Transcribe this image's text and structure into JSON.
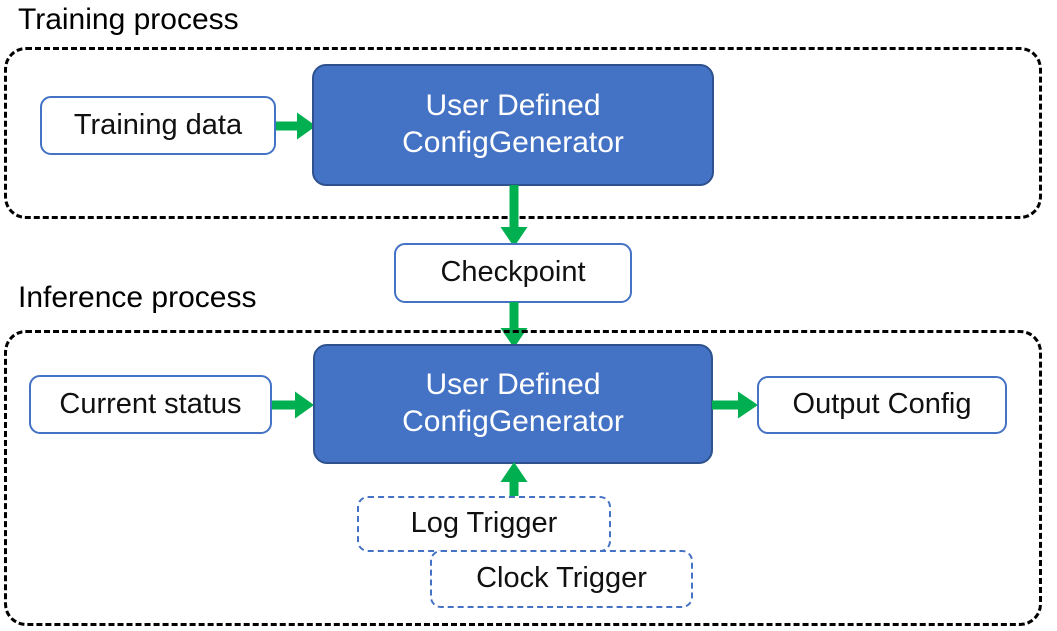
{
  "diagram": {
    "title_training": "Training process",
    "title_inference": "Inference process",
    "colors": {
      "process_fill": "#4472C4",
      "process_stroke": "#2F528F",
      "box_stroke": "#4472C4",
      "arrow": "#00B050",
      "container_stroke": "#000000",
      "text_dark": "#111111",
      "text_light": "#FFFFFF"
    },
    "training": {
      "input_label": "Training data",
      "process_line1": "User Defined",
      "process_line2": "ConfigGenerator"
    },
    "checkpoint": {
      "label": "Checkpoint"
    },
    "inference": {
      "input_label": "Current status",
      "process_line1": "User Defined",
      "process_line2": "ConfigGenerator",
      "output_label": "Output Config",
      "trigger_log": "Log Trigger",
      "trigger_clock": "Clock Trigger"
    },
    "edges": [
      {
        "from": "Training data",
        "to": "User Defined ConfigGenerator",
        "direction": "right"
      },
      {
        "from": "User Defined ConfigGenerator",
        "to": "Checkpoint",
        "direction": "down"
      },
      {
        "from": "Checkpoint",
        "to": "User Defined ConfigGenerator",
        "direction": "down"
      },
      {
        "from": "Current status",
        "to": "User Defined ConfigGenerator",
        "direction": "right"
      },
      {
        "from": "User Defined ConfigGenerator",
        "to": "Output Config",
        "direction": "right"
      },
      {
        "from": "Log Trigger",
        "to": "User Defined ConfigGenerator",
        "direction": "up"
      }
    ]
  }
}
